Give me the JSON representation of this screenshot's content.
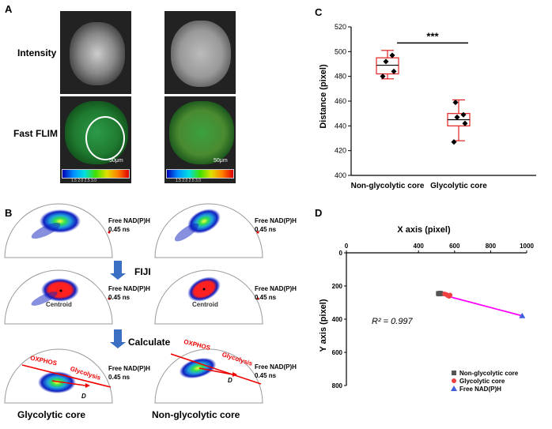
{
  "panels": {
    "a_label": "A",
    "b_label": "B",
    "c_label": "C",
    "d_label": "D"
  },
  "panel_a": {
    "row_intensity": "Intensity",
    "row_flim": "Fast FLIM",
    "scale_bar": "50μm",
    "colorbar_ticks": "1.5   2.0   2.5   3.0"
  },
  "panel_b": {
    "free_label": "Free NAD(P)H",
    "free_value": "0.45 ns",
    "step_fiji": "FIJI",
    "step_calculate": "Calculate",
    "centroid": "Centroid",
    "oxphos": "OXPHOS",
    "glycolysis": "Glycolysis",
    "d_symbol": "D",
    "bottom_left": "Glycolytic core",
    "bottom_right": "Non-glycolytic core"
  },
  "chart_data": [
    {
      "type": "box",
      "ylabel": "Distance (pixel)",
      "xlabel": "",
      "ylim": [
        400,
        520
      ],
      "yticks": [
        400,
        420,
        440,
        460,
        480,
        500,
        520
      ],
      "categories": [
        "Non-glycolytic core",
        "Glycolytic core"
      ],
      "boxes": [
        {
          "min": 478,
          "q1": 482,
          "median": 489,
          "q3": 495,
          "max": 501,
          "points": [
            480,
            484,
            492,
            497
          ]
        },
        {
          "min": 428,
          "q1": 440,
          "median": 445,
          "q3": 450,
          "max": 461,
          "points": [
            427,
            442,
            447,
            449,
            459
          ]
        }
      ],
      "significance": "***",
      "box_color": "#e02020"
    },
    {
      "type": "scatter",
      "xlabel": "X axis (pixel)",
      "ylabel": "Y axis (pixel)",
      "xlim": [
        0,
        1000
      ],
      "ylim": [
        0,
        800
      ],
      "xticks": [
        0,
        400,
        600,
        800,
        1000
      ],
      "yticks": [
        0,
        200,
        400,
        600,
        800
      ],
      "y_inverted": true,
      "annotation": "R² = 0.997",
      "legend_position": "bottom-right",
      "series": [
        {
          "name": "Non-glycolytic core",
          "color": "#555555",
          "marker": "square",
          "points": [
            [
              510,
              245
            ],
            [
              515,
              248
            ],
            [
              520,
              243
            ],
            [
              525,
              247
            ]
          ]
        },
        {
          "name": "Glycolytic core",
          "color": "#f04040",
          "marker": "circle",
          "points": [
            [
              545,
              248
            ],
            [
              555,
              252
            ],
            [
              562,
              258
            ],
            [
              570,
              262
            ],
            [
              575,
              255
            ]
          ]
        },
        {
          "name": "Free NAD(P)H",
          "color": "#4060e0",
          "marker": "triangle",
          "points": [
            [
              975,
              380
            ]
          ]
        }
      ],
      "fit_line": {
        "color": "#ff00ff",
        "from": [
          505,
          245
        ],
        "to": [
          975,
          380
        ]
      }
    }
  ]
}
